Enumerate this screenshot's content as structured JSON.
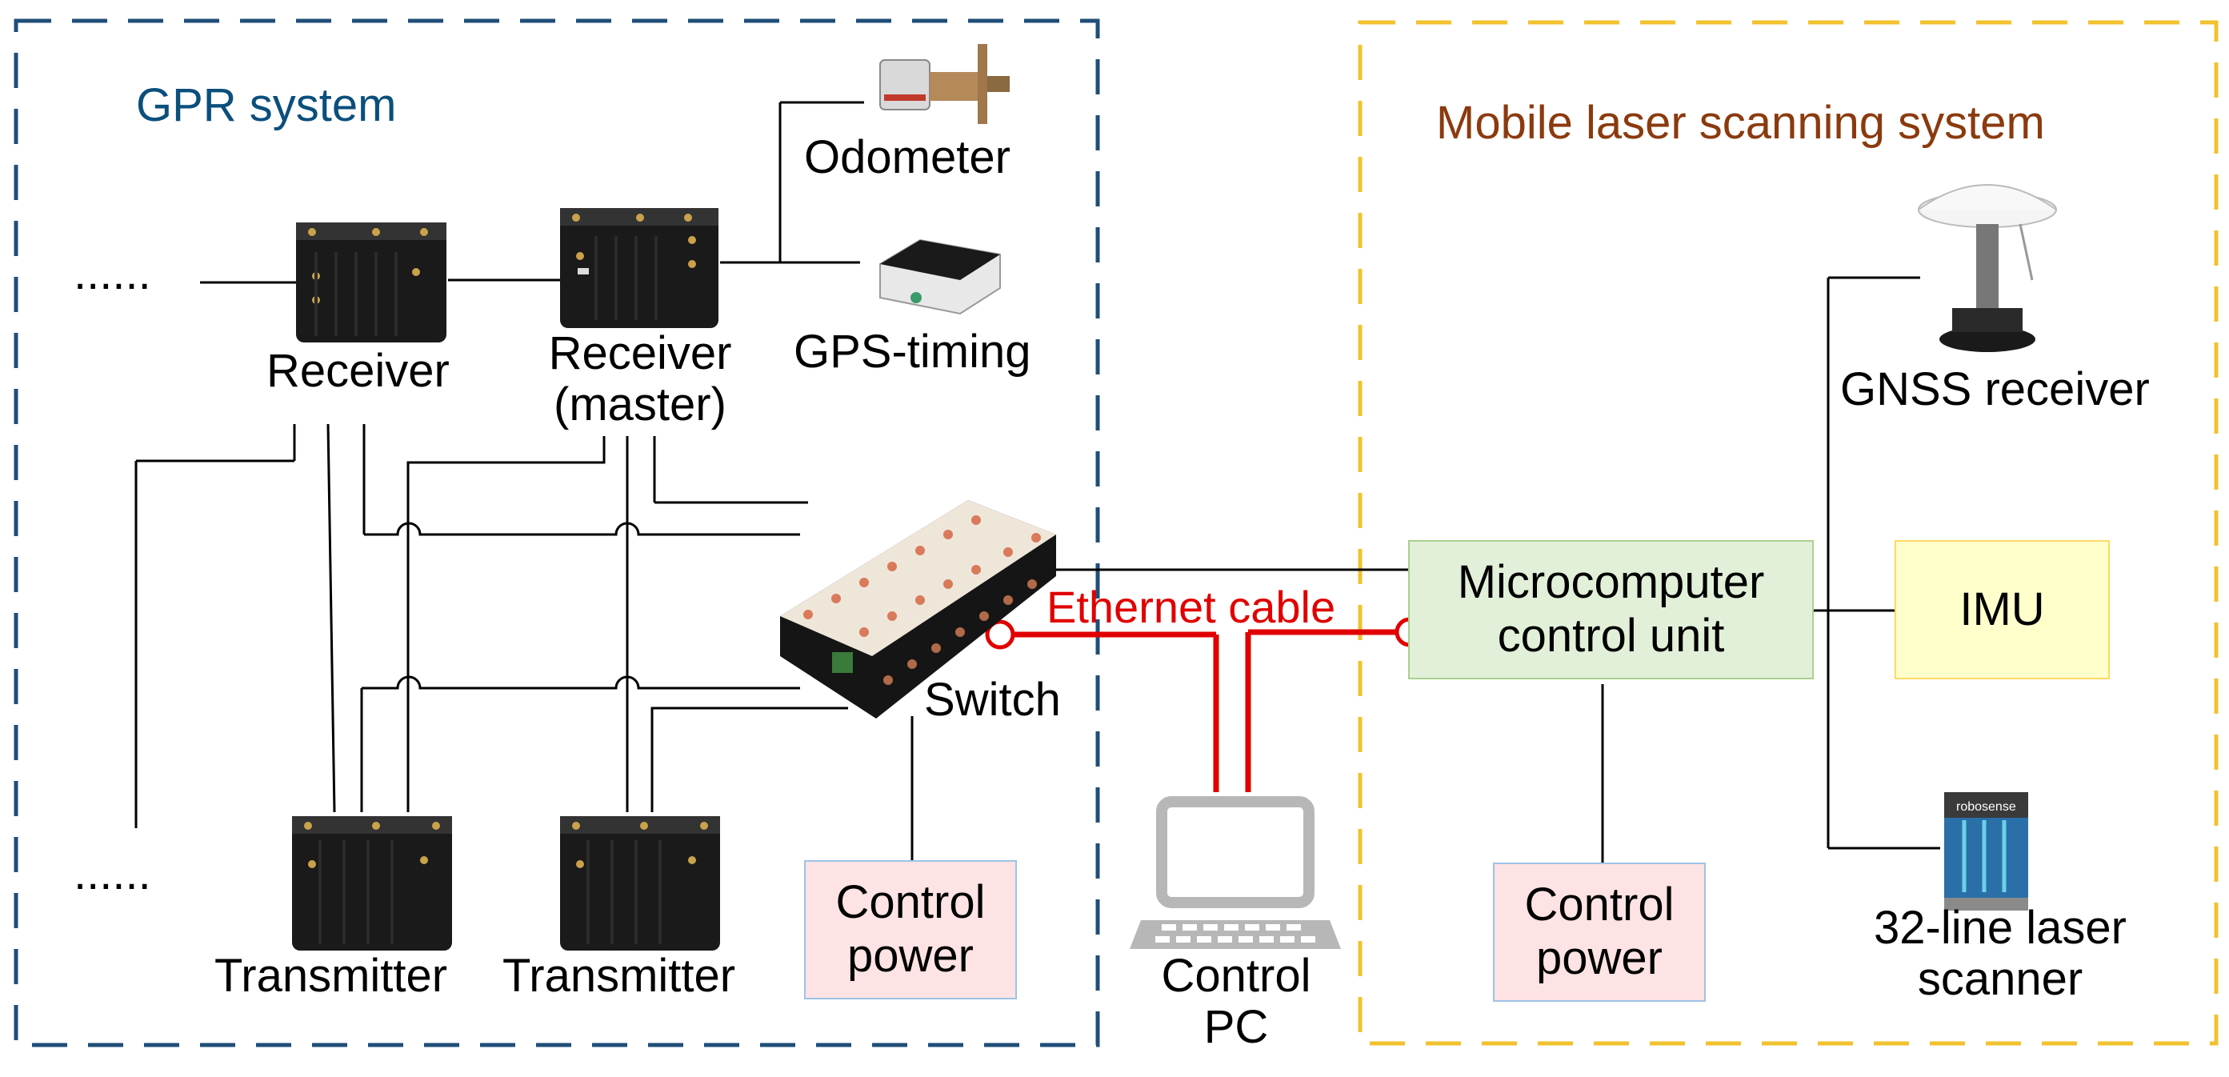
{
  "gpr": {
    "title": "GPR system",
    "title_color": "#0b4f7c",
    "border_color": "#1f4e79",
    "ellipsis_top": "......",
    "ellipsis_bottom": "......",
    "receiver": "Receiver",
    "receiver_master_line1": "Receiver",
    "receiver_master_line2": "(master)",
    "odometer": "Odometer",
    "gps_timing": "GPS-timing",
    "switch": "Switch",
    "transmitter_1": "Transmitter",
    "transmitter_2": "Transmitter",
    "control_power_line1": "Control",
    "control_power_line2": "power"
  },
  "mls": {
    "title": "Mobile laser scanning system",
    "title_color": "#8b3a0e",
    "border_color": "#f2c12e",
    "gnss": "GNSS receiver",
    "imu": "IMU",
    "micro_line1": "Microcomputer",
    "micro_line2": "control unit",
    "scanner_line1": "32-line laser",
    "scanner_line2": "scanner",
    "control_power_line1": "Control",
    "control_power_line2": "power",
    "scanner_brand": "robosense"
  },
  "ethernet": {
    "label": "Ethernet cable",
    "color": "#e00000"
  },
  "pc": {
    "line1": "Control",
    "line2": "PC"
  },
  "colors": {
    "power_fill": "#fde3e3",
    "power_border": "#9dc3e6",
    "micro_fill": "#e2f0d9",
    "micro_border": "#a9d18e",
    "imu_fill": "#ffffcc",
    "imu_border": "#ffd966"
  }
}
